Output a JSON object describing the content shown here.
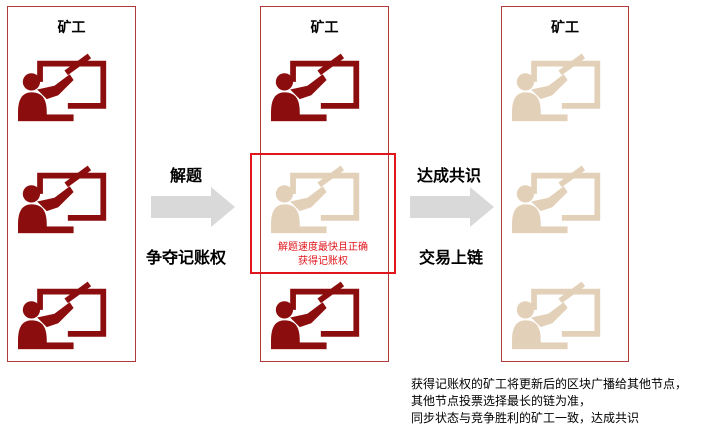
{
  "panels": [
    {
      "title": "矿工",
      "icon_color": "#8b0d0d",
      "icon_name": "miner-presenter-icon"
    },
    {
      "title": "矿工",
      "icon_color": "#8b0d0d",
      "icon_name": "miner-presenter-icon"
    },
    {
      "title": "矿工",
      "icon_color": "#e3d0b8",
      "icon_name": "miner-presenter-icon"
    }
  ],
  "highlight_icon_color": "#e3d0b8",
  "arrow_color": "#d9d9d9",
  "accent_color": "#e0161c",
  "step1": {
    "top": "解题",
    "bottom": "争夺记账权"
  },
  "step2": {
    "top": "达成共识",
    "bottom": "交易上链"
  },
  "highlight": {
    "line1": "解题速度最快且正确",
    "line2": "获得记账权"
  },
  "notes": [
    "获得记账权的矿工将更新后的区块广播给其他节点，",
    "其他节点投票选择最长的链为准，",
    "同步状态与竞争胜利的矿工一致，达成共识"
  ]
}
